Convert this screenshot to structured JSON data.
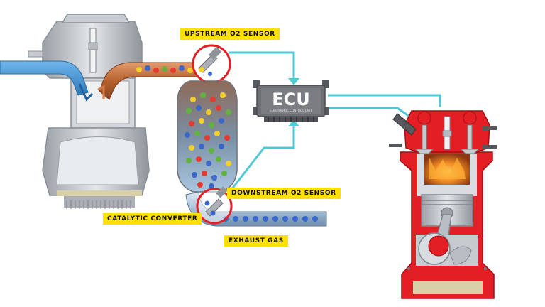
{
  "labels": {
    "upstream_sensor": "UPSTREAM O2 SENSOR",
    "downstream_sensor": "DOWNSTREAM O2 SENSOR",
    "catalytic_converter": "CATALYTIC CONVERTER",
    "exhaust_gas": "EXHAUST GAS"
  },
  "ecu": {
    "title": "ECU",
    "subtitle": "ELECTRONIC CONTROL UNIT"
  },
  "colors": {
    "label_bg": "#ffe000",
    "wire": "#4fc9d6",
    "engine_red": "#e31e24",
    "engine_gray": "#b9bec4",
    "ecu_body": "#6d6f73",
    "intake_blue": "#3b8fd0",
    "exhaust_copper": "#c4703f",
    "gas_red": "#e43a2f",
    "gas_blue": "#3a68c8",
    "gas_green": "#62b33e",
    "gas_yellow": "#f3cf2a"
  },
  "icons": [
    "engine-cutaway-icon",
    "spark-plug-icon",
    "o2-sensor-icon",
    "ecu-module-icon",
    "catalytic-converter-icon",
    "piston-icon",
    "crankshaft-icon"
  ]
}
